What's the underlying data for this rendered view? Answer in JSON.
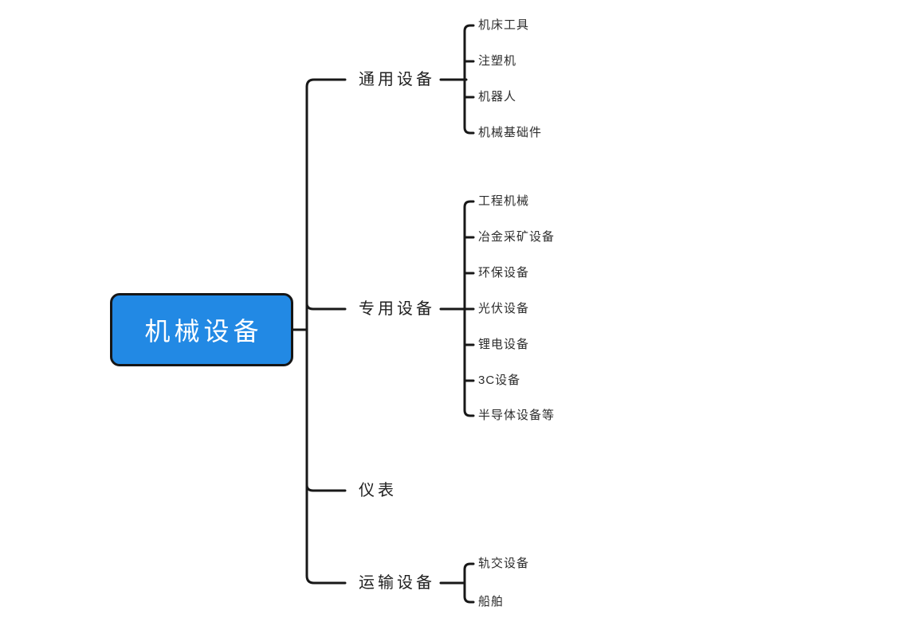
{
  "colors": {
    "background": "#ffffff",
    "line": "#181818",
    "root_fill": "#2289E4",
    "root_border": "#161616",
    "root_text": "#ffffff",
    "branch_text": "#1f1f1f",
    "leaf_text": "#2d2d2d"
  },
  "root": {
    "label": "机械设备"
  },
  "branches": [
    {
      "label": "通用设备",
      "children": [
        {
          "label": "机床工具"
        },
        {
          "label": "注塑机"
        },
        {
          "label": "机器人"
        },
        {
          "label": "机械基础件"
        }
      ]
    },
    {
      "label": "专用设备",
      "children": [
        {
          "label": "工程机械"
        },
        {
          "label": "冶金采矿设备"
        },
        {
          "label": "环保设备"
        },
        {
          "label": "光伏设备"
        },
        {
          "label": "锂电设备"
        },
        {
          "label": "3C设备"
        },
        {
          "label": "半导体设备等"
        }
      ]
    },
    {
      "label": "仪表",
      "children": []
    },
    {
      "label": "运输设备",
      "children": [
        {
          "label": "轨交设备"
        },
        {
          "label": "船舶"
        }
      ]
    }
  ]
}
